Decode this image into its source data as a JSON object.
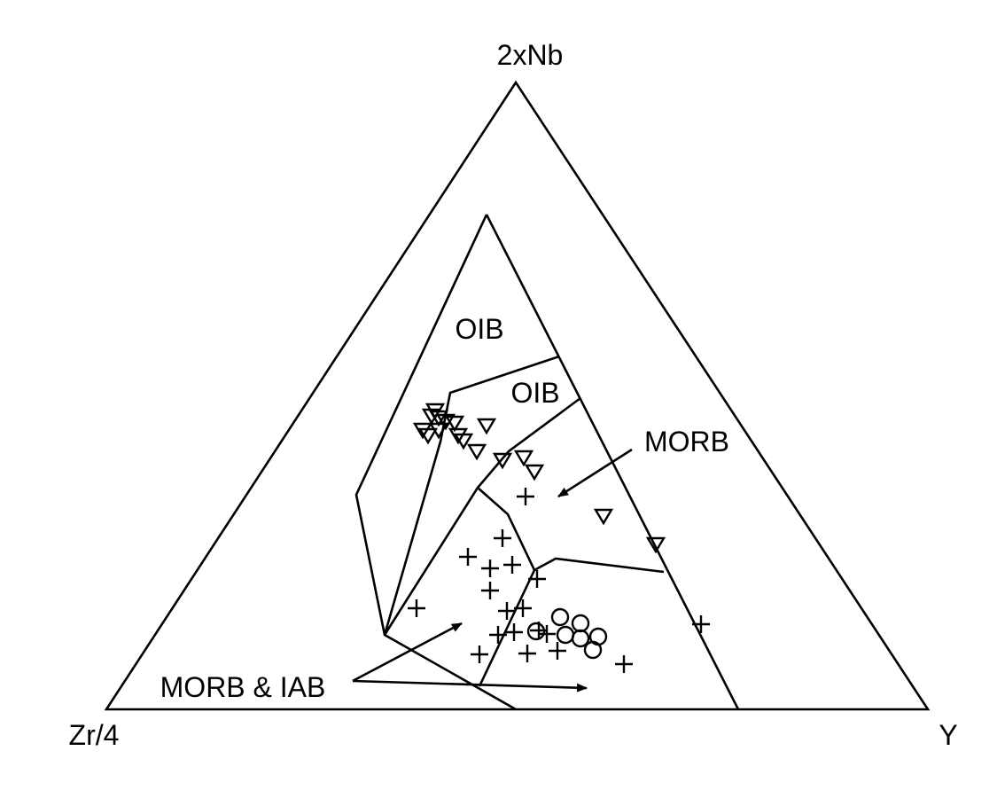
{
  "vertex_labels": {
    "top": "2xNb",
    "left": "Zr/4",
    "right": "Y"
  },
  "field_labels": {
    "oib_upper": "OIB",
    "oib_lower": "OIB",
    "morb": "MORB",
    "morb_iab": "MORB & IAB"
  },
  "colors": {
    "ink": "#000000",
    "background": "#ffffff"
  },
  "marker_legend": {
    "triangle": "inverted-triangle-marker",
    "plus": "plus-marker",
    "circle": "circle-marker"
  }
}
